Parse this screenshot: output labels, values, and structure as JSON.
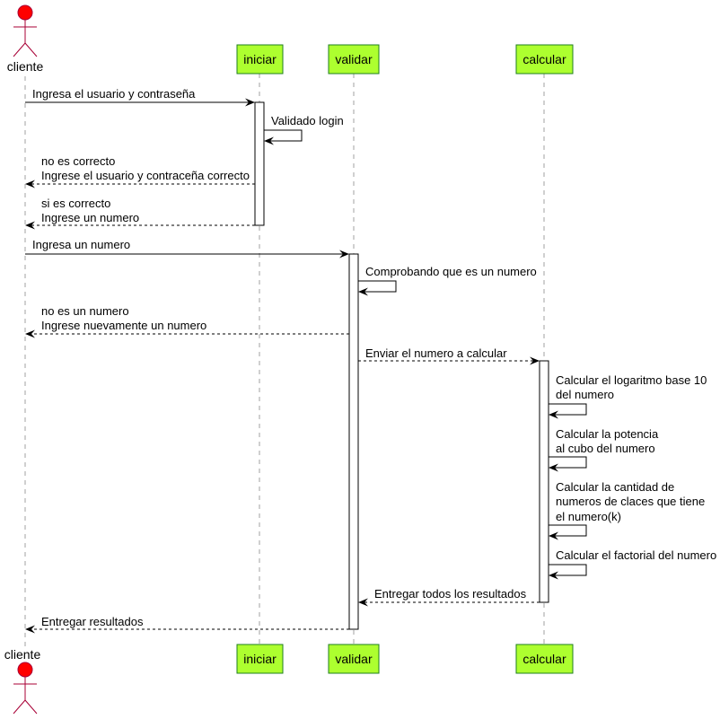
{
  "participants": {
    "cliente": "cliente",
    "iniciar": "iniciar",
    "validar": "validar",
    "calcular": "calcular"
  },
  "colors": {
    "participant_fill": "#adff2f",
    "participant_border": "#1f7f1f",
    "actor_head": "#ff0000",
    "actor_outline": "#a80036",
    "lifeline": "#a0a0a0"
  },
  "messages": {
    "m1": [
      "Ingresa el usuario y contraseña"
    ],
    "m2": [
      "Validado login"
    ],
    "m3": [
      "no es correcto",
      "Ingrese el usuario y contraceña correcto"
    ],
    "m4": [
      "si es correcto",
      "Ingrese un numero"
    ],
    "m5": [
      "Ingresa un numero"
    ],
    "m6": [
      "Comprobando que es un numero"
    ],
    "m7": [
      "no es un numero",
      "Ingrese nuevamente un numero"
    ],
    "m8": [
      "Enviar el numero a calcular"
    ],
    "m9": [
      "Calcular el logaritmo base 10",
      "del numero"
    ],
    "m10": [
      "Calcular la potencia",
      "al cubo del numero"
    ],
    "m11": [
      "Calcular la cantidad de",
      "numeros de claces que tiene",
      "el numero(k)"
    ],
    "m12": [
      "Calcular el factorial del numero"
    ],
    "m13": [
      "Entregar todos los resultados"
    ],
    "m14": [
      "Entregar resultados"
    ]
  }
}
